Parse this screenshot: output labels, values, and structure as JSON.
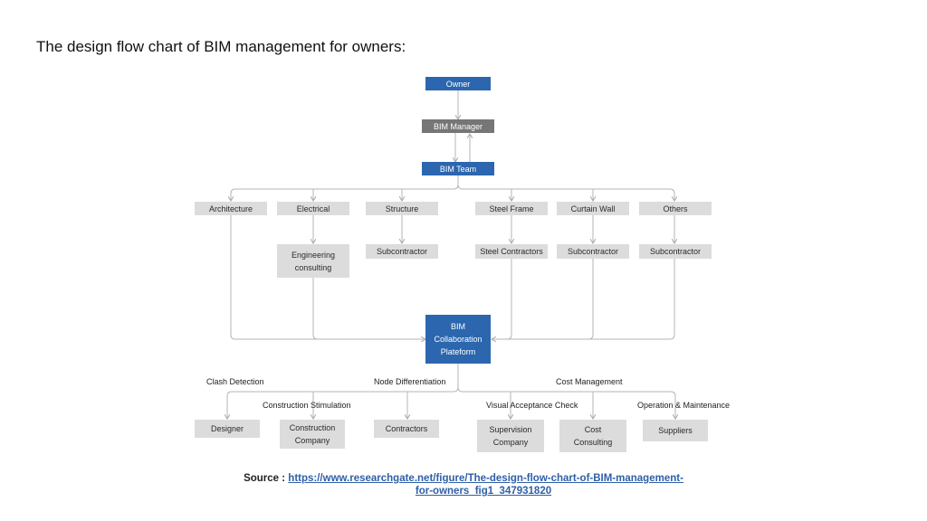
{
  "title": "The design flow chart of BIM management for owners:",
  "nodes": {
    "owner": "Owner",
    "bim_manager": "BIM Manager",
    "bim_team": "BIM Team",
    "architecture": "Architecture",
    "electrical": "Electrical",
    "structure": "Structure",
    "steel_frame": "Steel Frame",
    "curtain_wall": "Curtain Wall",
    "others": "Others",
    "engineering_consulting": "Engineering consulting",
    "structure_sub": "Subcontractor",
    "steel_contractors": "Steel Contractors",
    "curtain_sub": "Subcontractor",
    "others_sub": "Subcontractor",
    "platform": "BIM Collaboration Plateform",
    "designer": "Designer",
    "construction_company": "Construction Company",
    "contractors": "Contractors",
    "supervision_company": "Supervision Company",
    "cost_consulting": "Cost Consulting",
    "suppliers": "Suppliers"
  },
  "edge_labels": {
    "clash_detection": "Clash Detection",
    "node_differentiation": "Node Differentiation",
    "cost_management": "Cost Management",
    "construction_stimulation": "Construction Stimulation",
    "visual_acceptance_check": "Visual Acceptance Check",
    "operation_maintenance": "Operation & Maintenance"
  },
  "source": {
    "label": "Source :",
    "url_line1": "https://www.researchgate.net/figure/The-design-flow-chart-of-BIM-management-",
    "url_line2": "for-owners_fig1_347931820"
  },
  "colors": {
    "blue_box": "#2b66ae",
    "manager_box": "#767676",
    "gray_box": "#dcdcdc",
    "connector": "#b5b5b5"
  }
}
